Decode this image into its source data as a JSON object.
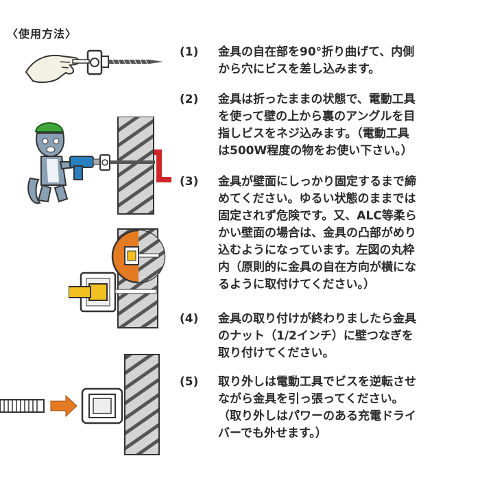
{
  "title": "〈使用方法〉",
  "steps": [
    {
      "num": "(1)",
      "lines": [
        "金具の自在部を90°折り曲げて、内側",
        "から穴にビスを差し込みます。"
      ]
    },
    {
      "num": "(2)",
      "lines": [
        "金具は折ったままの状態で、電動工具",
        "を使って壁の上から裏のアングルを目",
        "指しビスをネジ込みます。（電動工具",
        "は500W程度の物をお使い下さい。）"
      ]
    },
    {
      "num": "(3)",
      "lines": [
        "金具が壁面にしっかり固定するまで締",
        "めてください。ゆるい状態のままでは",
        "固定されず危険です。又、ALC等柔ら",
        "かい壁面の場合は、金具の凸部がめり",
        "込むようになっています。左図の丸枠",
        "内（原則的に金具の自在方向が横にな",
        "るように取付けてください。）"
      ]
    },
    {
      "num": "(4)",
      "lines": [
        "金具の取り付けが終わりましたら金具",
        "のナット（1/2インチ）に壁つなぎを",
        "取り付けてください。"
      ]
    },
    {
      "num": "(5)",
      "lines": [
        "取り外しは電動工具でビスを逆転させ",
        "ながら金具を引っ張ってください。",
        "（取り外しはパワーのある充電ドライ",
        "バーでも外せます。）"
      ]
    }
  ],
  "colors": {
    "text": "#2a2a2a",
    "wall": "#cfcfcf",
    "hatch": "#4a4a4a",
    "angle": "#d0262a",
    "helmet": "#3ea63a",
    "bolt_yellow": "#f2c020",
    "orange": "#e47a22"
  }
}
